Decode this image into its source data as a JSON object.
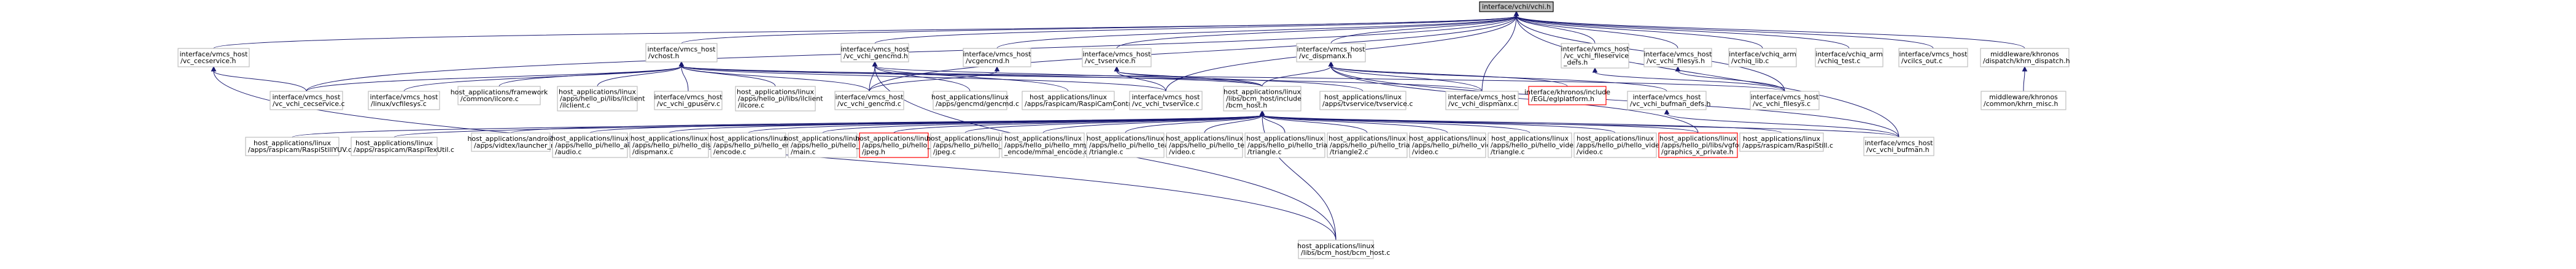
{
  "colors": {
    "edge": "#191970",
    "node_border": "#bfbfbf",
    "root_fill": "#bfbfbf",
    "missing_border": "#ff0000",
    "background": "#ffffff"
  },
  "nodes": [
    {
      "id": "vchi_h",
      "lines": [
        "interface/vchi/vchi.h"
      ],
      "kind": "root"
    },
    {
      "id": "vc_cecservice_h",
      "lines": [
        "interface/vmcs_host",
        "/vc_cecservice.h"
      ]
    },
    {
      "id": "vchost_h",
      "lines": [
        "interface/vmcs_host",
        "/vchost.h"
      ]
    },
    {
      "id": "vc_vchi_gencmd_h",
      "lines": [
        "interface/vmcs_host",
        "/vc_vchi_gencmd.h"
      ]
    },
    {
      "id": "vcgencmd_h",
      "lines": [
        "interface/vmcs_host",
        "/vcgencmd.h"
      ]
    },
    {
      "id": "vc_tvservice_h",
      "lines": [
        "interface/vmcs_host",
        "/vc_tvservice.h"
      ]
    },
    {
      "id": "vc_dispmanx_h",
      "lines": [
        "interface/vmcs_host",
        "/vc_dispmanx.h"
      ]
    },
    {
      "id": "vc_vchi_fileservice_defs_h",
      "lines": [
        "interface/vmcs_host",
        "/vc_vchi_fileservice",
        "_defs.h"
      ]
    },
    {
      "id": "vc_vchi_filesys_h",
      "lines": [
        "interface/vmcs_host",
        "/vc_vchi_filesys.h"
      ]
    },
    {
      "id": "vchiq_lib_c",
      "lines": [
        "interface/vchiq_arm",
        "/vchiq_lib.c"
      ]
    },
    {
      "id": "vchiq_test_c",
      "lines": [
        "interface/vchiq_arm",
        "/vchiq_test.c"
      ]
    },
    {
      "id": "vcilcs_out_c",
      "lines": [
        "interface/vmcs_host",
        "/vcilcs_out.c"
      ]
    },
    {
      "id": "khrn_dispatch_h",
      "lines": [
        "middleware/khronos",
        "/dispatch/khrn_dispatch.h"
      ]
    },
    {
      "id": "vc_vchi_cecservice_c",
      "lines": [
        "interface/vmcs_host",
        "/vc_vchi_cecservice.c"
      ]
    },
    {
      "id": "vcfilesys_c",
      "lines": [
        "interface/vmcs_host",
        "/linux/vcfilesys.c"
      ]
    },
    {
      "id": "ilclient_c",
      "lines": [
        "host_applications/framework",
        "/common/ilcore.c"
      ]
    },
    {
      "id": "ilclient_ilclient_c",
      "lines": [
        "host_applications/linux",
        "/apps/hello_pi/libs/ilclient",
        "/ilclient.c"
      ]
    },
    {
      "id": "vc_vchi_gpuserv_c",
      "lines": [
        "interface/vmcs_host",
        "/vc_vchi_gpuserv.c"
      ]
    },
    {
      "id": "ilclient_ilcore_c",
      "lines": [
        "host_applications/linux",
        "/apps/hello_pi/libs/ilclient",
        "/ilcore.c"
      ]
    },
    {
      "id": "vc_vchi_gencmd_c",
      "lines": [
        "interface/vmcs_host",
        "/vc_vchi_gencmd.c"
      ]
    },
    {
      "id": "gencmd_c",
      "lines": [
        "host_applications/linux",
        "/apps/gencmd/gencmd.c"
      ]
    },
    {
      "id": "RaspiCamControl_c",
      "lines": [
        "host_applications/linux",
        "/apps/raspicam/RaspiCamControl.c"
      ]
    },
    {
      "id": "vc_vchi_tvservice_c",
      "lines": [
        "interface/vmcs_host",
        "/vc_vchi_tvservice.c"
      ]
    },
    {
      "id": "bcm_host_h",
      "lines": [
        "host_applications/linux",
        "/libs/bcm_host/include",
        "/bcm_host.h"
      ]
    },
    {
      "id": "tvservice_c",
      "lines": [
        "host_applications/linux",
        "/apps/tvservice/tvservice.c"
      ]
    },
    {
      "id": "vc_vchi_dispmanx_c",
      "lines": [
        "interface/vmcs_host",
        "/vc_vchi_dispmanx.c"
      ]
    },
    {
      "id": "eglplatform_h",
      "lines": [
        "interface/khronos/include",
        "/EGL/eglplatform.h"
      ],
      "kind": "missing"
    },
    {
      "id": "vc_vchi_bufman_defs_h",
      "lines": [
        "interface/vmcs_host",
        "/vc_vchi_bufman_defs.h"
      ]
    },
    {
      "id": "vc_vchi_filesys_c",
      "lines": [
        "interface/vmcs_host",
        "/vc_vchi_filesys.c"
      ]
    },
    {
      "id": "khrn_misc_h",
      "lines": [
        "middleware/khronos",
        "/common/khrn_misc.h"
      ]
    },
    {
      "id": "RaspiStillYUV_c",
      "lines": [
        "host_applications/linux",
        "/apps/raspicam/RaspiStillYUV.c"
      ]
    },
    {
      "id": "RaspiTexUtil_c",
      "lines": [
        "host_applications/linux",
        "/apps/raspicam/RaspiTexUtil.c"
      ]
    },
    {
      "id": "launcher_rpi_c",
      "lines": [
        "host_applications/android",
        "/apps/vidtex/launcher_rpi.c"
      ]
    },
    {
      "id": "audio_c",
      "lines": [
        "host_applications/linux",
        "/apps/hello_pi/hello_audio",
        "/audio.c"
      ]
    },
    {
      "id": "dispmanx_c",
      "lines": [
        "host_applications/linux",
        "/apps/hello_pi/hello_dispmanx",
        "/dispmanx.c"
      ]
    },
    {
      "id": "encode_c",
      "lines": [
        "host_applications/linux",
        "/apps/hello_pi/hello_encode",
        "/encode.c"
      ]
    },
    {
      "id": "font_main_c",
      "lines": [
        "host_applications/linux",
        "/apps/hello_pi/hello_font",
        "/main.c"
      ]
    },
    {
      "id": "jpeg_c",
      "lines": [
        "host_applications/linux",
        "/apps/hello_pi/hello_jpeg",
        "/jpeg.h"
      ],
      "kind": "missing"
    },
    {
      "id": "jpeg_cc",
      "lines": [
        "host_applications/linux",
        "/apps/hello_pi/hello_jpeg",
        "/jpeg.c"
      ]
    },
    {
      "id": "mmal_encode_c",
      "lines": [
        "host_applications/linux",
        "/apps/hello_pi/hello_mmal",
        "_encode/mmal_encode.c"
      ]
    },
    {
      "id": "teapot_triangle_c",
      "lines": [
        "host_applications/linux",
        "/apps/hello_pi/hello_teapot",
        "/triangle.c"
      ]
    },
    {
      "id": "teapot_video_c",
      "lines": [
        "host_applications/linux",
        "/apps/hello_pi/hello_teapot",
        "/video.c"
      ]
    },
    {
      "id": "triangle_c",
      "lines": [
        "host_applications/linux",
        "/apps/hello_pi/hello_triangle",
        "/triangle.c"
      ]
    },
    {
      "id": "triangle2_c",
      "lines": [
        "host_applications/linux",
        "/apps/hello_pi/hello_triangle2",
        "/triangle2.c"
      ]
    },
    {
      "id": "video_c",
      "lines": [
        "host_applications/linux",
        "/apps/hello_pi/hello_video",
        "/video.c"
      ]
    },
    {
      "id": "videocube_triangle_c",
      "lines": [
        "host_applications/linux",
        "/apps/hello_pi/hello_videocube",
        "/triangle.c"
      ]
    },
    {
      "id": "videocube_video_c",
      "lines": [
        "host_applications/linux",
        "/apps/hello_pi/hello_videocube",
        "/video.c"
      ]
    },
    {
      "id": "graphics_x_private_h",
      "lines": [
        "host_applications/linux",
        "/apps/hello_pi/libs/vgfont",
        "/graphics_x_private.h"
      ],
      "kind": "missing"
    },
    {
      "id": "RaspiStill_c",
      "lines": [
        "host_applications/linux",
        "/apps/raspicam/RaspiStill.c"
      ]
    },
    {
      "id": "vc_vchi_bufman_h",
      "lines": [
        "interface/vmcs_host",
        "/vc_vchi_bufman.h"
      ]
    },
    {
      "id": "bcm_host_c",
      "lines": [
        "host_applications/linux",
        "/libs/bcm_host/bcm_host.c"
      ]
    }
  ]
}
